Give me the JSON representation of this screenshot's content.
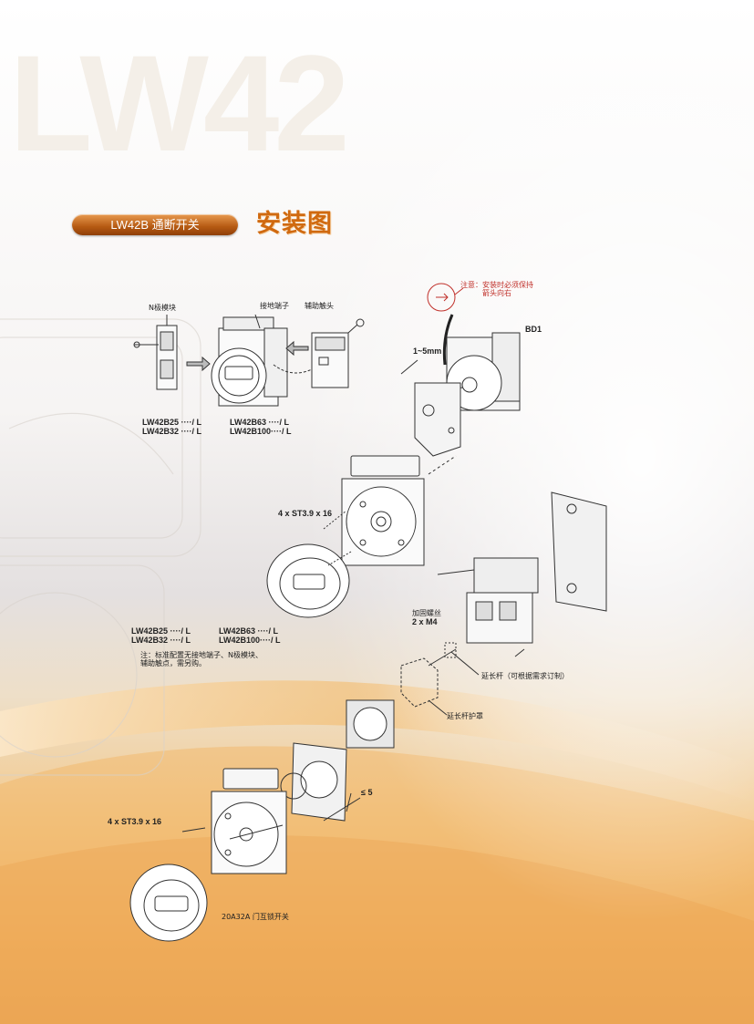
{
  "watermark": "LW42",
  "section": {
    "pill_label": "LW42B 通断开关",
    "title": "安装图"
  },
  "top_left": {
    "n_module_label": "N极模块",
    "ground_terminal_label": "接地端子",
    "aux_contact_label": "辅助触头",
    "models_left": [
      "LW42B25 ····/ L",
      "LW42B32 ····/ L"
    ],
    "models_right": [
      "LW42B63 ····/ L",
      "LW42B100····/ L"
    ]
  },
  "top_right": {
    "note": [
      "注意：安装时必须保持",
      "箭头向右"
    ],
    "bd1": "BD1",
    "gap": "1~5mm"
  },
  "middle": {
    "screw_spec": "4 x ST3.9 x 16",
    "reinforce": [
      "加固螺丝",
      "2 x M4"
    ],
    "models_left": [
      "LW42B25 ····/ L",
      "LW42B32 ····/ L"
    ],
    "models_right": [
      "LW42B63 ····/ L",
      "LW42B100····/ L"
    ],
    "note": [
      "注：标准配置无接地端子、N极模块、",
      "辅助触点，需另购。"
    ],
    "extension_rod": "延长杆（可根据需求订制）",
    "rod_cover": "延长杆护罩"
  },
  "bottom": {
    "screw_spec": "4 x ST3.9 x 16",
    "max_thickness": "≤ 5",
    "caption": "20A32A 门互锁开关"
  },
  "colors": {
    "accent": "#d06a10",
    "note_red": "#c0302a"
  }
}
